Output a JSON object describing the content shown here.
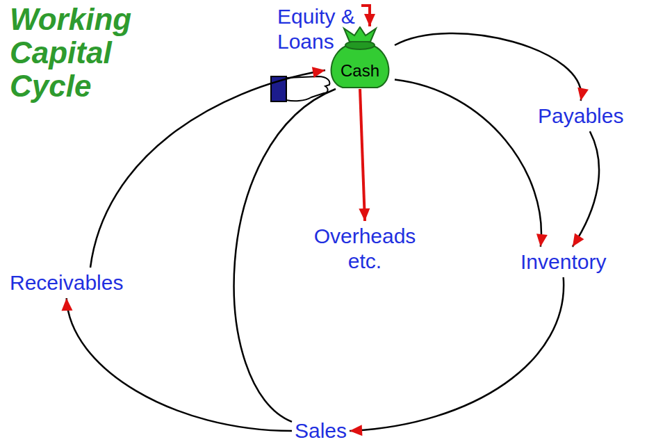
{
  "diagram": {
    "title": "Working Capital Cycle",
    "nodes": [
      {
        "text": [
          "Equity & Loans"
        ]
      },
      {
        "text": [
          "Cash"
        ]
      },
      {
        "text": [
          "Payables"
        ]
      },
      {
        "text": [
          "Overheads etc."
        ]
      },
      {
        "text": [
          "Inventory"
        ]
      },
      {
        "text": [
          "Receivables"
        ]
      },
      {
        "text": [
          "Sales"
        ]
      }
    ],
    "edges": [
      {
        "from": 0,
        "to": 1,
        "arrow": "to"
      },
      {
        "from": 1,
        "to": 2,
        "arrow": "to"
      },
      {
        "from": 2,
        "to": 4,
        "arrow": "to"
      },
      {
        "from": 1,
        "to": 4,
        "arrow": "to"
      },
      {
        "from": 1,
        "to": 3,
        "arrow": "to"
      },
      {
        "from": 4,
        "to": 6,
        "arrow": "to"
      },
      {
        "from": 6,
        "to": 5,
        "arrow": "to"
      },
      {
        "from": 5,
        "to": 1,
        "arrow": "to"
      },
      {
        "from": 6,
        "to": 1,
        "arrow": "none"
      }
    ]
  }
}
